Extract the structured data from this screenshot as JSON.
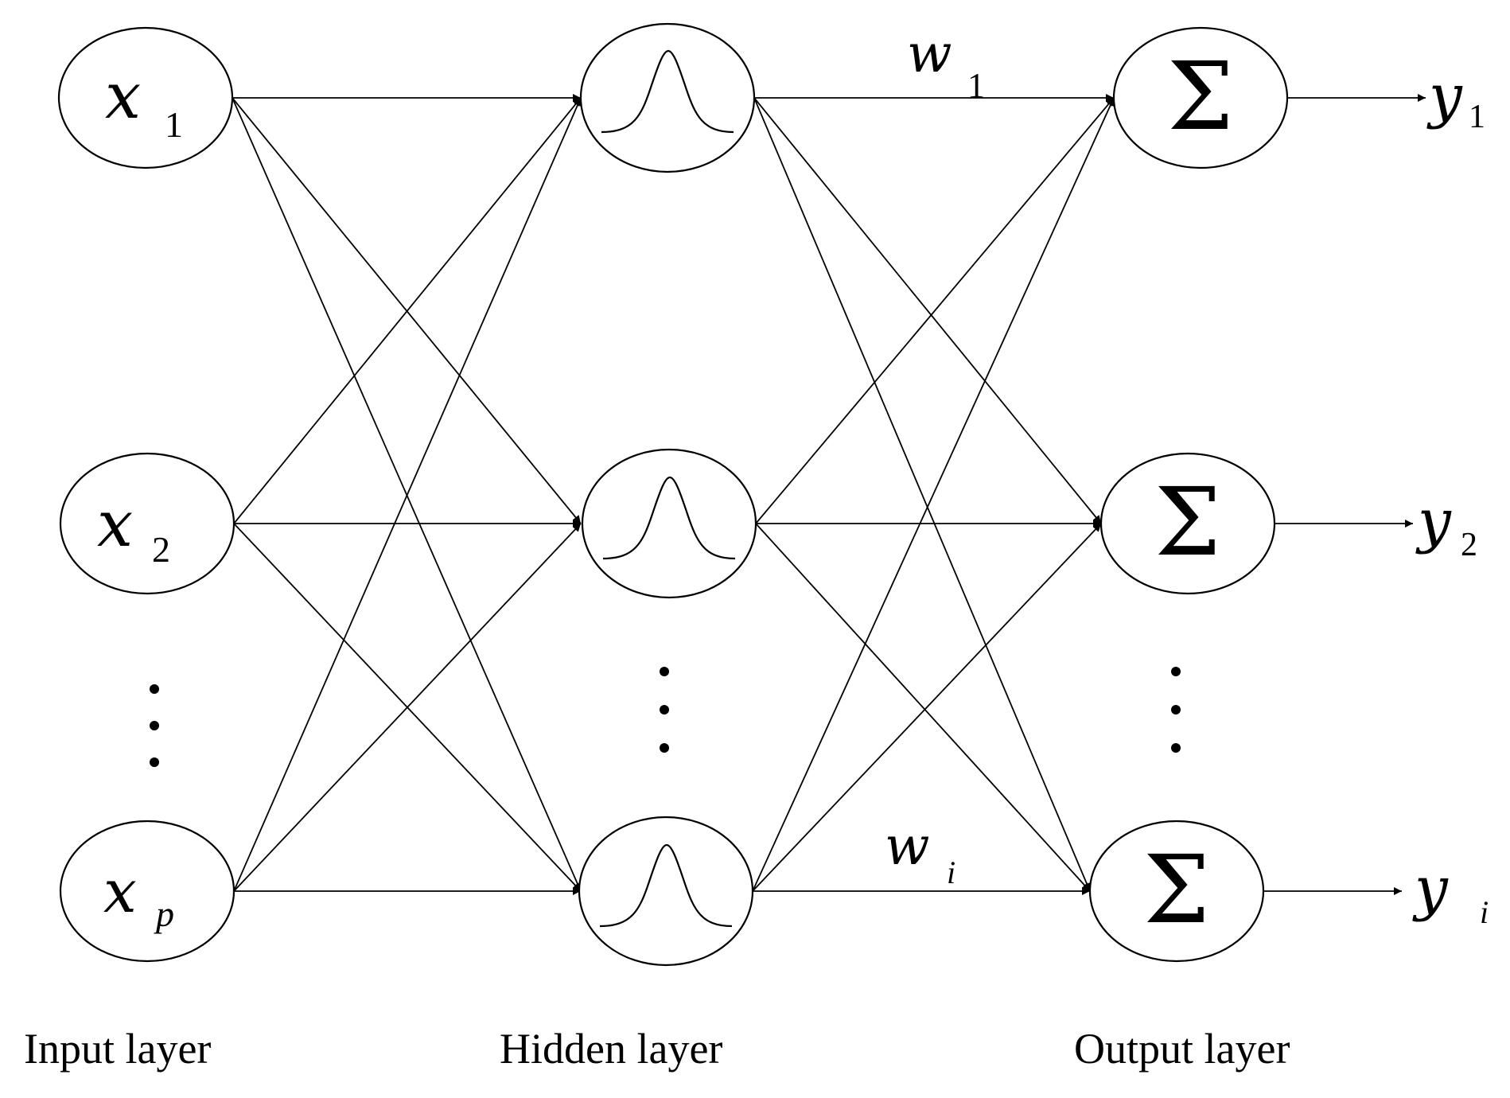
{
  "diagram": {
    "input_nodes": [
      {
        "symbol": "x",
        "subscript": "1"
      },
      {
        "symbol": "x",
        "subscript": "2"
      },
      {
        "symbol": "x",
        "subscript": "p"
      }
    ],
    "hidden_node_count": 3,
    "output_nodes": [
      {
        "symbol": "Σ"
      },
      {
        "symbol": "Σ"
      },
      {
        "symbol": "Σ"
      }
    ],
    "outputs": [
      {
        "symbol": "y",
        "subscript": "1"
      },
      {
        "symbol": "y",
        "subscript": "2"
      },
      {
        "symbol": "y",
        "subscript": "i"
      }
    ],
    "weights": [
      {
        "symbol": "w",
        "subscript": "1"
      },
      {
        "symbol": "w",
        "subscript": "i"
      }
    ],
    "layer_labels": {
      "input": "Input layer",
      "hidden": "Hidden layer",
      "output": "Output layer"
    }
  }
}
